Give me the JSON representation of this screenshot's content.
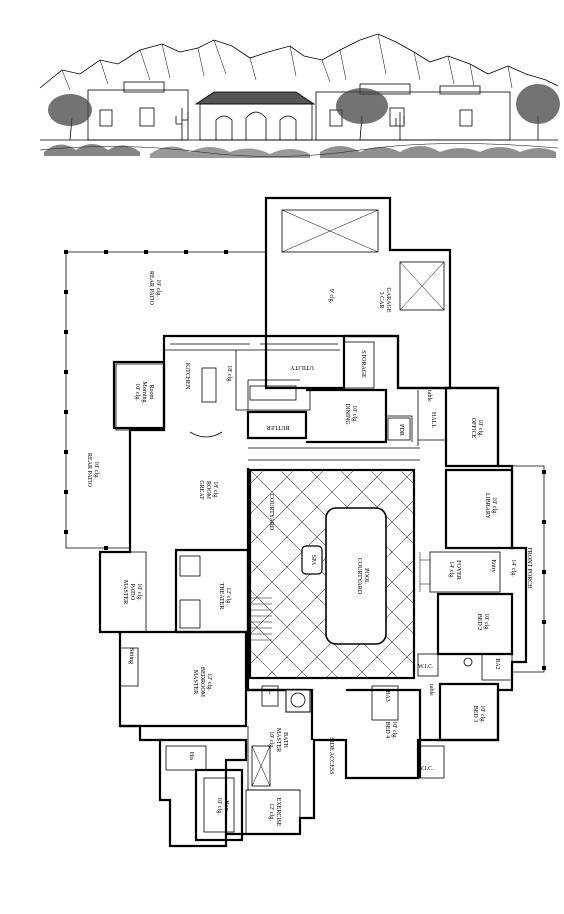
{
  "rooms": {
    "rear_patio_top": [
      "REAR PATIO",
      "10' clg."
    ],
    "rear_patio_side": [
      "REAR PATIO",
      "10' clg."
    ],
    "garage": [
      "3 CAR",
      "GARAGE"
    ],
    "garage_clg": "9' clg.",
    "morning_room": [
      "10' clg.",
      "Morning",
      "Room"
    ],
    "kitchen": "KITCHEN",
    "kitchen_clg": "18' clg.",
    "utility": "UTILITY",
    "storage": "STORAGE",
    "butler": "BUTLER",
    "dining": [
      "DINING",
      "10' clg."
    ],
    "pdr": "PDR",
    "table_1": "table",
    "hall": "HALL",
    "office": [
      "OFFICE",
      "10' clg."
    ],
    "great_room": [
      "GREAT",
      "ROOM",
      "18' clg."
    ],
    "courtyard": "COURTYARD",
    "spa": "SPA",
    "courtyard_pool": [
      "COURTYARD",
      "POOL"
    ],
    "library": [
      "LIBRARY",
      "10' clg."
    ],
    "foyer": [
      "14' clg.",
      "FOYER"
    ],
    "entry": "Entry",
    "front_porch": "FRONT PORCH",
    "porch_clg": "14' clg.",
    "master_patio": [
      "MASTER",
      "PATIO",
      "10' clg."
    ],
    "theater": [
      "THEATER",
      "12' clg."
    ],
    "bed_2": [
      "BED 2",
      "10' clg."
    ],
    "wic_1": "W.I.C.",
    "ba_2": "BA2",
    "sitting": "Sitting",
    "master_bedroom": [
      "MASTER",
      "BEDROOM",
      "12' clg."
    ],
    "bed_3": [
      "BED 3",
      "10' clg."
    ],
    "table_2": "table",
    "ba_3": "BA3",
    "master_bath": [
      "10' clg.",
      "MASTER",
      "BATH"
    ],
    "side_access": "SIDE ACCESS",
    "bed_4": [
      "BED 4",
      "10' clg."
    ],
    "wic_2": "W.I.C.",
    "his": "His",
    "exercise": [
      "12' clg.",
      "EXERCISE"
    ],
    "hers": [
      "10' clg.",
      "Hers"
    ],
    "toilet": "T"
  }
}
